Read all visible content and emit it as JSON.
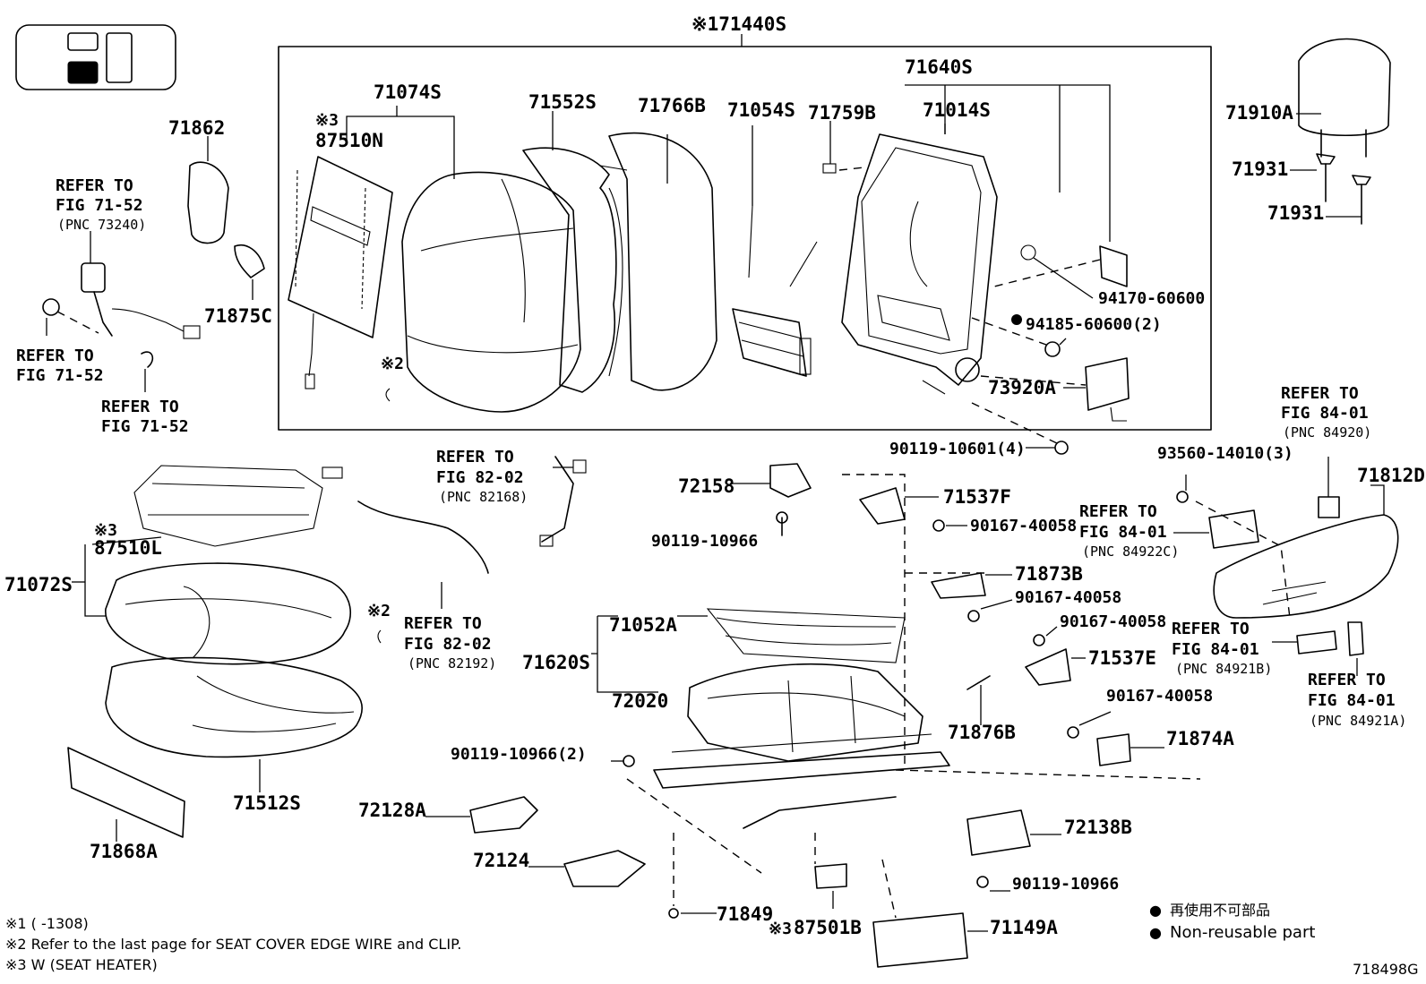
{
  "diagram": {
    "id": "718498G",
    "assembly": "※1 71440S",
    "labels": {
      "p71440S": "※171440S",
      "p71640S": "71640S",
      "p71074S": "71074S",
      "p87510N": "87510N",
      "p87510N_note": "※3",
      "p71552S": "71552S",
      "p71766B": "71766B",
      "p71054S": "71054S",
      "p71759B": "71759B",
      "p71014S": "71014S",
      "p71910A": "71910A",
      "p71931a": "71931",
      "p71931b": "71931",
      "p94170": "94170-60600",
      "p94185": "94185-60600(2)",
      "p73920A": "73920A",
      "p90119_10601": "90119-10601(4)",
      "p71862": "71862",
      "p71875C": "71875C",
      "cover_note_2": "※2",
      "p72158": "72158",
      "p71537F": "71537F",
      "p90167_a": "90167-40058",
      "p90119_10966a": "90119-10966",
      "p71873B": "71873B",
      "p90167_b": "90167-40058",
      "p90167_c": "90167-40058",
      "p71537E": "71537E",
      "p71052A": "71052A",
      "p71620S": "71620S",
      "p72020": "72020",
      "p71876B": "71876B",
      "p90167_d": "90167-40058",
      "p71874A": "71874A",
      "p90119_10966_2": "90119-10966(2)",
      "p72128A": "72128A",
      "p72124": "72124",
      "p72138B": "72138B",
      "p90119_10966b": "90119-10966",
      "p71849": "71849",
      "p87501B": "87501B",
      "p87501B_note": "※3",
      "p71149A": "71149A",
      "p93560": "93560-14010(3)",
      "p71812D": "71812D",
      "p87510L": "87510L",
      "p87510L_note": "※3",
      "p71072S": "71072S",
      "p71512S": "71512S",
      "p71868A": "71868A",
      "cushion_note_2": "※2"
    },
    "references": [
      {
        "line1": "REFER TO",
        "line2": "FIG 71-52",
        "pnc": "(PNC 73240)"
      },
      {
        "line1": "REFER TO",
        "line2": "FIG 71-52"
      },
      {
        "line1": "REFER TO",
        "line2": "FIG 71-52"
      },
      {
        "line1": "REFER TO",
        "line2": "FIG 82-02",
        "pnc": "(PNC 82168)"
      },
      {
        "line1": "REFER TO",
        "line2": "FIG 82-02",
        "pnc": "(PNC 82192)"
      },
      {
        "line1": "REFER TO",
        "line2": "FIG 84-01",
        "pnc": "(PNC 84920)"
      },
      {
        "line1": "REFER TO",
        "line2": "FIG 84-01",
        "pnc": "(PNC 84922C)"
      },
      {
        "line1": "REFER TO",
        "line2": "FIG 84-01",
        "pnc": "(PNC 84921B)"
      },
      {
        "line1": "REFER TO",
        "line2": "FIG 84-01",
        "pnc": "(PNC 84921A)"
      }
    ],
    "footnotes": [
      "※1 (      -1308)",
      "※2 Refer to the last page for SEAT COVER EDGE WIRE and CLIP.",
      "※3 W (SEAT HEATER)"
    ],
    "legend": [
      {
        "symbol": "●",
        "text": "再使用不可部品"
      },
      {
        "symbol": "●",
        "text": "Non-reusable part"
      }
    ]
  }
}
